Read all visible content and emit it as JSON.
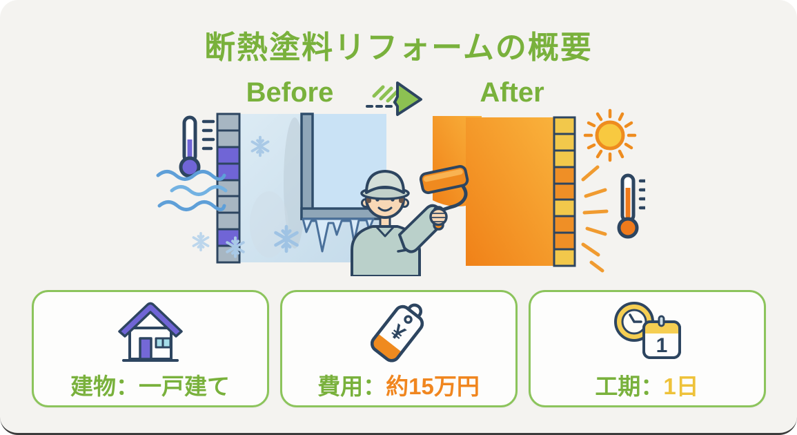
{
  "title": "断熱塗料リフォームの概要",
  "comparison": {
    "before_label": "Before",
    "after_label": "After",
    "arrow_icon": "arrow-right-icon"
  },
  "illustration": {
    "icons": [
      "cold-thermometer-icon",
      "wind-icon",
      "snowflake-icon",
      "cold-wall",
      "window-with-icicles",
      "painter-worker",
      "paint-roller-icon",
      "insulated-orange-wall",
      "sun-icon",
      "heat-rays",
      "hot-thermometer-icon"
    ]
  },
  "icons": {
    "tag_currency_symbol": "¥",
    "calendar_day": "1"
  },
  "cards": [
    {
      "icon": "house-icon",
      "label": "建物：",
      "value": "一戸建て",
      "value_color": "#79b13c"
    },
    {
      "icon": "price-tag-icon",
      "label": "費用：",
      "value": "約15万円",
      "value_color": "#f0861f"
    },
    {
      "icon": "clock-calendar-icon",
      "label": "工期：",
      "value": "1日",
      "value_color": "#eec23a"
    }
  ],
  "colors": {
    "green": "#79b13c",
    "green-light": "#8cc45c",
    "navy": "#2d4560",
    "orange": "#f0861f",
    "orange-deep": "#ee8c1f",
    "yellow": "#eec23a",
    "purple": "#7065d6",
    "cold-blue": "#5e9fd8",
    "wall-blue": "#cfe3f0",
    "background": "#f4f3f0"
  }
}
